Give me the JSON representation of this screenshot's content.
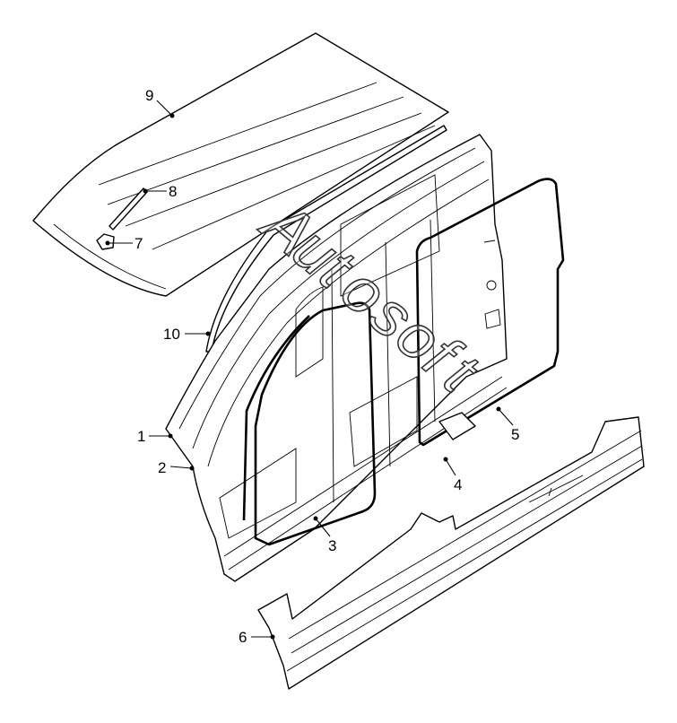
{
  "callouts": [
    {
      "id": "1",
      "label": "1"
    },
    {
      "id": "2",
      "label": "2"
    },
    {
      "id": "3",
      "label": "3"
    },
    {
      "id": "4",
      "label": "4"
    },
    {
      "id": "5",
      "label": "5"
    },
    {
      "id": "6",
      "label": "6"
    },
    {
      "id": "7",
      "label": "7"
    },
    {
      "id": "8",
      "label": "8"
    },
    {
      "id": "9",
      "label": "9"
    },
    {
      "id": "10",
      "label": "10"
    }
  ],
  "watermark": {
    "letters": [
      "A",
      "u",
      "t",
      "o",
      "s",
      "o",
      "f",
      "t"
    ]
  }
}
